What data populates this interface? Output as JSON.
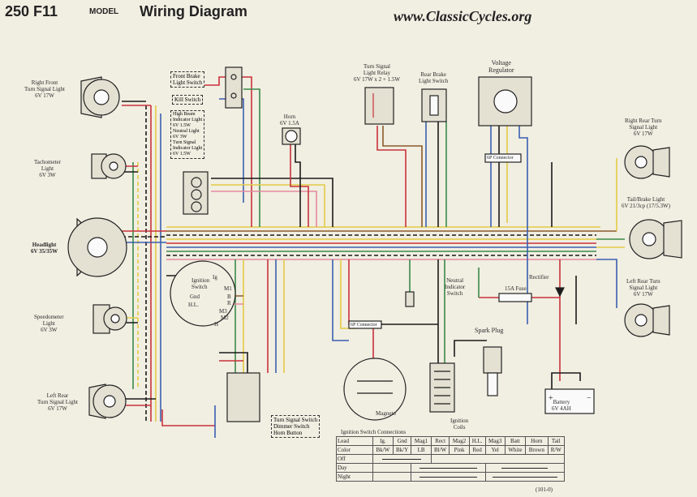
{
  "header": {
    "model": "250 F11",
    "model_word": "MODEL",
    "title": "Wiring Diagram",
    "site": "www.ClassicCycles.org"
  },
  "components": {
    "right_front_turn": [
      "Right Front",
      "Turn Signal Light",
      "6V 17W"
    ],
    "tachometer": [
      "Tachometer",
      "Light",
      "6V 3W"
    ],
    "headlight": [
      "Headlight",
      "6V 35/35W"
    ],
    "speedometer": [
      "Speedometer",
      "Light",
      "6V 3W"
    ],
    "left_rear_turn_front": [
      "Left Rear",
      "Turn Signal Light",
      "6V 17W"
    ],
    "front_brake_switch": [
      "Front Brake",
      "Light Switch"
    ],
    "kill_switch": "Kill Switch",
    "high_beam": [
      "High Beam",
      "Indicator Light",
      "6V 1.5W"
    ],
    "neutral_light": [
      "Neutral Light",
      "6V 3W"
    ],
    "turn_indicator": [
      "Turn Signal",
      "Indicator Light",
      "6V 1.5W"
    ],
    "horn": [
      "Horn",
      "6V 1.5A"
    ],
    "turn_relay": [
      "Turn Signal",
      "Light Relay",
      "6V 17W x 2 + 1.5W"
    ],
    "rear_brake_switch": [
      "Rear Brake",
      "Light Switch"
    ],
    "voltage_regulator": [
      "Voltage",
      "Regulator"
    ],
    "right_rear_turn": [
      "Right Rear Turn",
      "Signal Light",
      "6V 17W"
    ],
    "tail_brake": [
      "Tail/Brake Light",
      "6V 21/3cp (17/5.3W)"
    ],
    "left_rear_turn": [
      "Left Rear Turn",
      "Signal Light",
      "6V 17W"
    ],
    "neutral_switch": [
      "Neutral",
      "Indicator",
      "Switch"
    ],
    "rectifier": "Rectifier",
    "fuse": "15A Fuse",
    "spark_plug": "Spark Plug",
    "ignition_coils": [
      "Ignition",
      "Coils"
    ],
    "magneto": "Magneto",
    "battery": [
      "Battery",
      "6V 4AH"
    ],
    "connector_6p_top": "6P Connector",
    "connector_6p_mid": "6P Connector",
    "handlebar_switches": [
      "Turn Signal Switch",
      "Dimmer Switch",
      "Horn Button"
    ],
    "ignition_switch": [
      "Ignition",
      "Switch"
    ],
    "ign_terminals": [
      "Ig",
      "Gnd",
      "H.L.",
      "M1",
      "B",
      "R",
      "M3",
      "M2",
      "H"
    ],
    "ref": "(101-0)"
  },
  "ignition_table": {
    "title": "Ignition Switch Connections",
    "headers": [
      "Lead",
      "Ig.",
      "Gnd",
      "Mag1",
      "Rect",
      "Mag2",
      "H.L.",
      "Mag3",
      "Batt",
      "Horn",
      "Tail"
    ],
    "color_row": [
      "Color",
      "Bk/W",
      "Bk/Y",
      "LB",
      "Bl/W",
      "Pink",
      "Red",
      "Yel",
      "White",
      "Brown",
      "R/W"
    ],
    "positions": [
      "Off",
      "Day",
      "Night"
    ]
  },
  "colors": {
    "red": "#c8323a",
    "yellow": "#e3cc45",
    "blue": "#3a5fb0",
    "green": "#3a8a4a",
    "black": "#1a1a1a",
    "brown": "#8a5a2a",
    "pink": "#e58aa0",
    "lightblue": "#6fb0d8",
    "white": "#fafafa",
    "background": "#f1eee2"
  }
}
